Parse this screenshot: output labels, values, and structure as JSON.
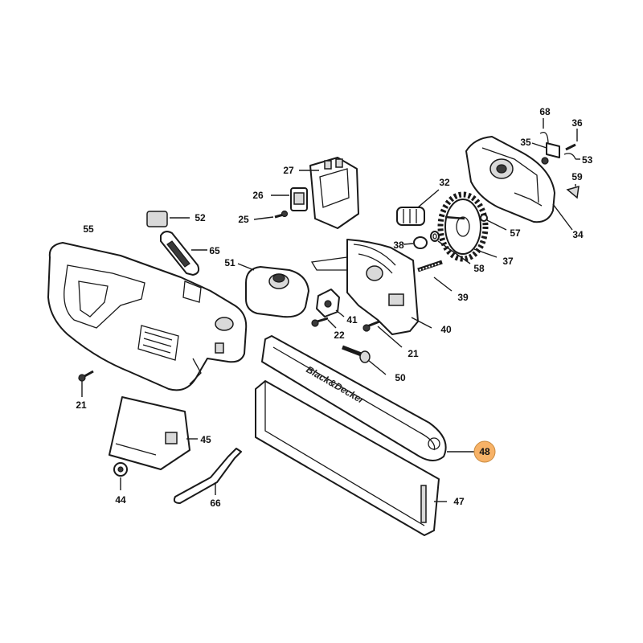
{
  "highlight_color": "#f7b267",
  "brand_text": "Black&Decker",
  "callouts": [
    {
      "id": "68",
      "label": "68"
    },
    {
      "id": "36",
      "label": "36"
    },
    {
      "id": "35",
      "label": "35"
    },
    {
      "id": "53",
      "label": "53"
    },
    {
      "id": "27",
      "label": "27"
    },
    {
      "id": "59",
      "label": "59"
    },
    {
      "id": "32",
      "label": "32"
    },
    {
      "id": "26",
      "label": "26"
    },
    {
      "id": "52",
      "label": "52"
    },
    {
      "id": "25",
      "label": "25"
    },
    {
      "id": "57",
      "label": "57"
    },
    {
      "id": "34",
      "label": "34"
    },
    {
      "id": "55",
      "label": "55"
    },
    {
      "id": "38",
      "label": "38"
    },
    {
      "id": "65",
      "label": "65"
    },
    {
      "id": "58",
      "label": "58"
    },
    {
      "id": "37",
      "label": "37"
    },
    {
      "id": "51",
      "label": "51"
    },
    {
      "id": "39",
      "label": "39"
    },
    {
      "id": "41",
      "label": "41"
    },
    {
      "id": "40",
      "label": "40"
    },
    {
      "id": "22",
      "label": "22"
    },
    {
      "id": "21a",
      "label": "21"
    },
    {
      "id": "50",
      "label": "50"
    },
    {
      "id": "21b",
      "label": "21"
    },
    {
      "id": "48",
      "label": "48",
      "highlighted": true
    },
    {
      "id": "45",
      "label": "45"
    },
    {
      "id": "47",
      "label": "47"
    },
    {
      "id": "44",
      "label": "44"
    },
    {
      "id": "66",
      "label": "66"
    }
  ]
}
